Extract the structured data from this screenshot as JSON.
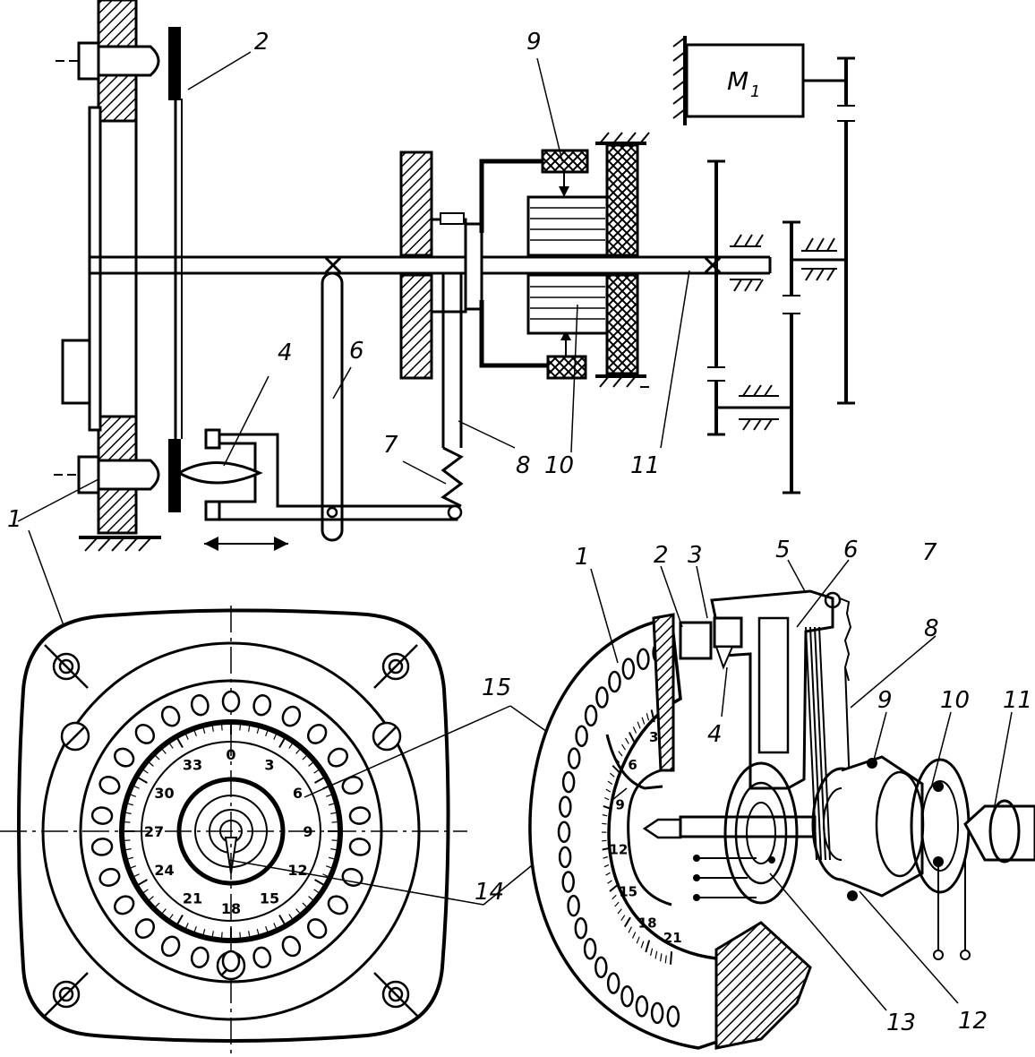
{
  "top_scheme": {
    "motor_label": "M",
    "motor_subscript": "1",
    "callouts": [
      "1",
      "2",
      "4",
      "6",
      "7",
      "8",
      "9",
      "10",
      "11"
    ]
  },
  "front_view": {
    "dial_numbers": [
      "0",
      "3",
      "6",
      "9",
      "12",
      "15",
      "18",
      "21",
      "24",
      "27",
      "30",
      "33"
    ],
    "callouts": [
      "15",
      "14"
    ]
  },
  "perspective_view": {
    "dial_numbers": [
      "3",
      "6",
      "9",
      "12",
      "15",
      "18",
      "21"
    ],
    "callouts": [
      "1",
      "2",
      "3",
      "4",
      "5",
      "6",
      "7",
      "8",
      "9",
      "10",
      "11",
      "12",
      "13"
    ]
  }
}
